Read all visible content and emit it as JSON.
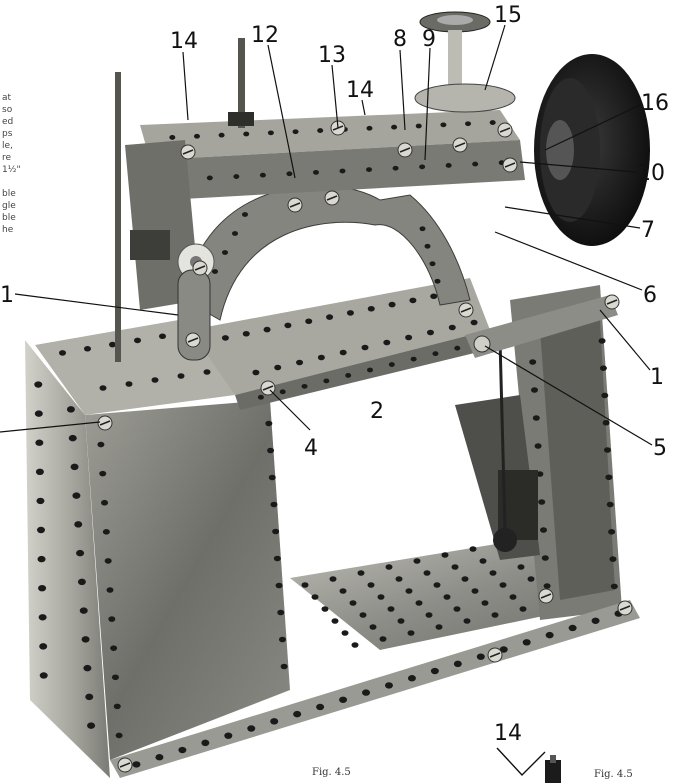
{
  "figure": {
    "caption_main": "Fig. 4.5",
    "caption_inset": "Fig. 4.5",
    "inset_label": "14",
    "side_text_lines": [
      "at",
      "so",
      "ed",
      "ps",
      "le,",
      "re",
      "1½\"",
      "",
      "ble",
      "gle",
      "ble",
      "he"
    ]
  },
  "callouts": [
    {
      "id": "14a",
      "text": "14"
    },
    {
      "id": "12",
      "text": "12"
    },
    {
      "id": "13",
      "text": "13"
    },
    {
      "id": "8",
      "text": "8"
    },
    {
      "id": "9",
      "text": "9"
    },
    {
      "id": "15",
      "text": "15"
    },
    {
      "id": "14b",
      "text": "14"
    },
    {
      "id": "16",
      "text": "16"
    },
    {
      "id": "10",
      "text": "10"
    },
    {
      "id": "7",
      "text": "7"
    },
    {
      "id": "6",
      "text": "6"
    },
    {
      "id": "1r",
      "text": "1"
    },
    {
      "id": "1l",
      "text": "1"
    },
    {
      "id": "5",
      "text": "5"
    },
    {
      "id": "4",
      "text": "4"
    },
    {
      "id": "2",
      "text": "2"
    }
  ],
  "colors": {
    "metal": "#8a8a86",
    "metal_dark": "#4a4a48",
    "metal_light": "#c8c8c2",
    "hole": "#1a1a1a",
    "wheel": "#1c1c1c"
  }
}
